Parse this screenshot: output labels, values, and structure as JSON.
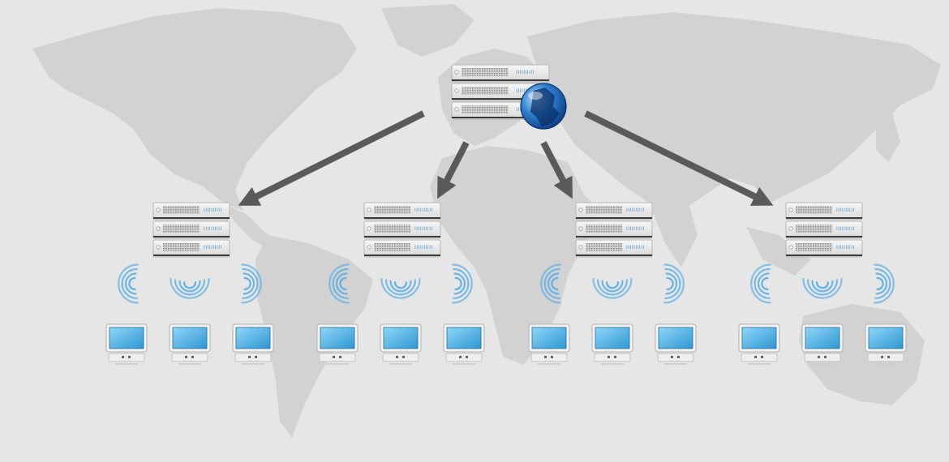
{
  "diagram": {
    "kind": "content-delivery-network",
    "background": {
      "color": "#e6e6e6",
      "map_color": "#d2d2d2"
    },
    "colors": {
      "arrow": "#5a5a5a",
      "wifi": "#5aaee6",
      "screen": "#3aa8e0",
      "server_body": "#ececec",
      "server_text": "#4a90c8"
    },
    "origin": {
      "icon": "server-stack-with-globe",
      "label": "IIIIIIIIII"
    },
    "edges_count": 4,
    "edge_nodes": [
      {
        "id": "edge-1",
        "label": "IIIIIIIIII",
        "clients": 3
      },
      {
        "id": "edge-2",
        "label": "IIIIIIIIII",
        "clients": 3
      },
      {
        "id": "edge-3",
        "label": "IIIIIIIIII",
        "clients": 3
      },
      {
        "id": "edge-4",
        "label": "IIIIIIIIII",
        "clients": 3
      }
    ]
  }
}
